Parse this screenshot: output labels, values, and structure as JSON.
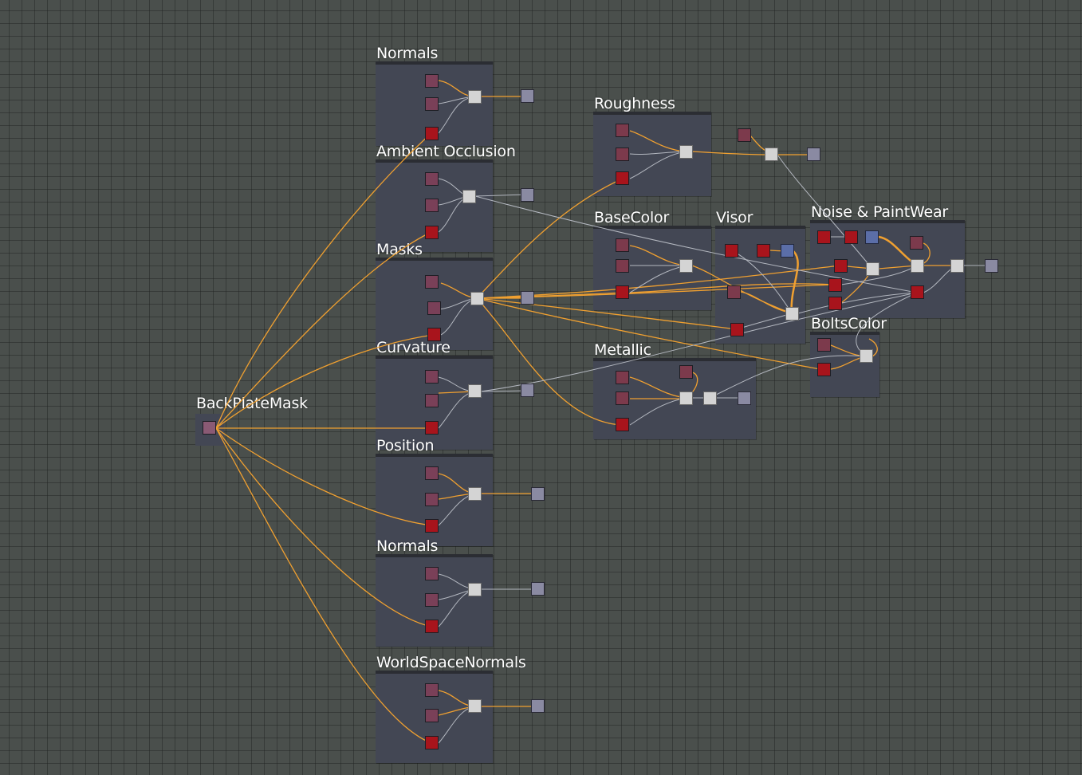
{
  "app": {
    "canvas_label": "Shader node graph"
  },
  "colors": {
    "background": "#4a4f4c",
    "frame": "#434754",
    "wire_active": "#f0a030",
    "wire_inactive": "#b4b8c0",
    "input_node": "#7a4058",
    "param_node": "#a8141c",
    "mix_node": "#d4d4d4",
    "output_node": "#8a8aa2",
    "blue_node": "#5b6ea8"
  },
  "frames": [
    {
      "id": "normals-1",
      "title": "Normals"
    },
    {
      "id": "ambient-occlusion",
      "title": "Ambient Occlusion"
    },
    {
      "id": "masks",
      "title": "Masks"
    },
    {
      "id": "curvature",
      "title": "Curvature"
    },
    {
      "id": "position",
      "title": "Position"
    },
    {
      "id": "normals-2",
      "title": "Normals"
    },
    {
      "id": "world-space-normals",
      "title": "WorldSpaceNormals"
    },
    {
      "id": "roughness",
      "title": "Roughness"
    },
    {
      "id": "base-color",
      "title": "BaseColor"
    },
    {
      "id": "visor",
      "title": "Visor"
    },
    {
      "id": "noise-paintwear",
      "title": "Noise & PaintWear"
    },
    {
      "id": "bolts-color",
      "title": "BoltsColor"
    },
    {
      "id": "metallic",
      "title": "Metallic"
    }
  ],
  "source_node": {
    "title": "BackPlateMask"
  }
}
